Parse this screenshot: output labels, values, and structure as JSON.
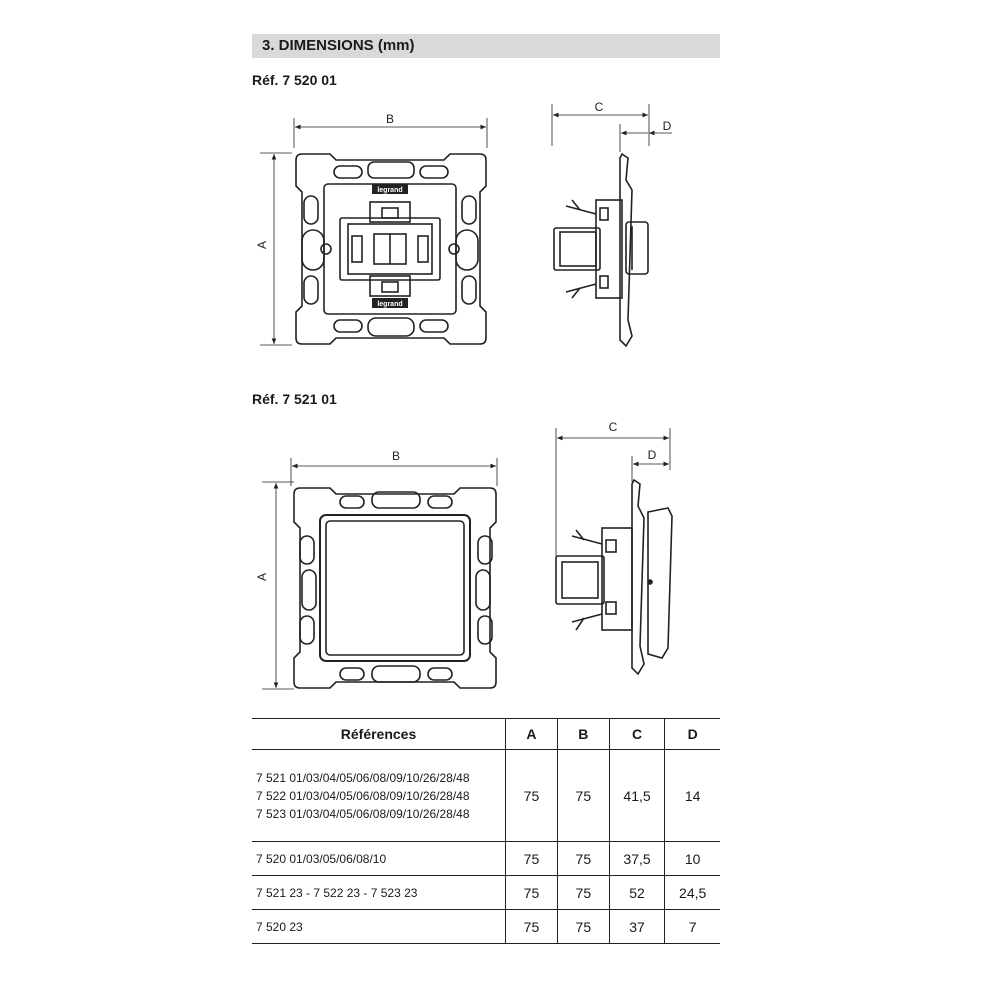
{
  "section": {
    "title": "3. DIMENSIONS (mm)"
  },
  "figures": [
    {
      "ref": "Réf. 7 520 01",
      "front_labels": {
        "width": "B",
        "height": "A"
      },
      "side_labels": {
        "depth": "C",
        "protrusion": "D"
      },
      "brand_mark": "legrand"
    },
    {
      "ref": "Réf. 7 521 01",
      "front_labels": {
        "width": "B",
        "height": "A"
      },
      "side_labels": {
        "depth": "C",
        "protrusion": "D"
      }
    }
  ],
  "table": {
    "headers": [
      "Références",
      "A",
      "B",
      "C",
      "D"
    ],
    "rows": [
      {
        "refs": [
          "7 521 01/03/04/05/06/08/09/10/26/28/48",
          "7 522 01/03/04/05/06/08/09/10/26/28/48",
          "7 523 01/03/04/05/06/08/09/10/26/28/48"
        ],
        "a": "75",
        "b": "75",
        "c": "41,5",
        "d": "14"
      },
      {
        "refs": [
          "7 520 01/03/05/06/08/10"
        ],
        "a": "75",
        "b": "75",
        "c": "37,5",
        "d": "10"
      },
      {
        "refs": [
          "7 521 23 - 7 522 23 - 7 523 23"
        ],
        "a": "75",
        "b": "75",
        "c": "52",
        "d": "24,5"
      },
      {
        "refs": [
          "7 520 23"
        ],
        "a": "75",
        "b": "75",
        "c": "37",
        "d": "7"
      }
    ]
  }
}
